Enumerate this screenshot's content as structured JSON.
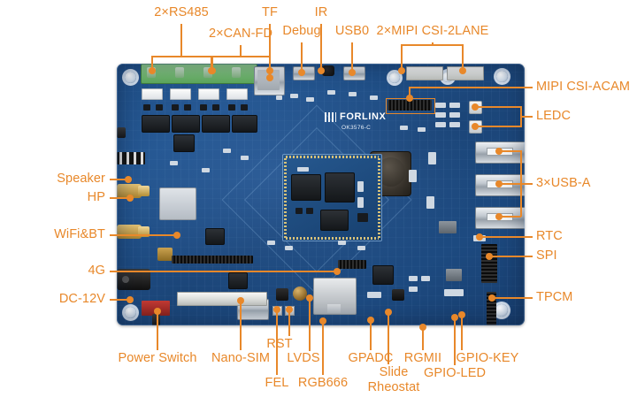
{
  "image": {
    "subject": "FORLINX single board computer annotated port diagram",
    "background_color": "#ffffff",
    "accent_color": "#E8882A",
    "board_color": "#1d4a80"
  },
  "board": {
    "brand": "FORLINX",
    "model": "OK3576-C"
  },
  "callouts": {
    "top": [
      {
        "id": "rs485",
        "label": "2×RS485"
      },
      {
        "id": "canfd",
        "label": "2×CAN-FD"
      },
      {
        "id": "tf",
        "label": "TF"
      },
      {
        "id": "debug",
        "label": "Debug"
      },
      {
        "id": "ir",
        "label": "IR"
      },
      {
        "id": "usb0",
        "label": "USB0"
      },
      {
        "id": "mipicsi2",
        "label": "2×MIPI CSI-2LANE"
      }
    ],
    "right": [
      {
        "id": "mipi-csi-acam",
        "label": "MIPI CSI-ACAM"
      },
      {
        "id": "ledc",
        "label": "LEDC"
      },
      {
        "id": "usb-a",
        "label": "3×USB-A"
      },
      {
        "id": "rtc",
        "label": "RTC"
      },
      {
        "id": "spi",
        "label": "SPI"
      },
      {
        "id": "tpcm",
        "label": "TPCM"
      }
    ],
    "left": [
      {
        "id": "speaker",
        "label": "Speaker"
      },
      {
        "id": "hp",
        "label": "HP"
      },
      {
        "id": "wifibt",
        "label": "WiFi&BT"
      },
      {
        "id": "4g",
        "label": "4G"
      },
      {
        "id": "dc12v",
        "label": "DC-12V"
      }
    ],
    "bottom": [
      {
        "id": "power-switch",
        "label": "Power Switch"
      },
      {
        "id": "nano-sim",
        "label": "Nano-SIM"
      },
      {
        "id": "fel",
        "label": "FEL"
      },
      {
        "id": "rst",
        "label": "RST"
      },
      {
        "id": "lvds",
        "label": "LVDS"
      },
      {
        "id": "rgb666",
        "label": "RGB666"
      },
      {
        "id": "gpadc",
        "label": "GPADC"
      },
      {
        "id": "slide-rheostat-1",
        "label": "Slide"
      },
      {
        "id": "slide-rheostat-2",
        "label": "Rheostat"
      },
      {
        "id": "rgmii",
        "label": "RGMII"
      },
      {
        "id": "gpio-led",
        "label": "GPIO-LED"
      },
      {
        "id": "gpio-key",
        "label": "GPIO-KEY"
      }
    ]
  }
}
